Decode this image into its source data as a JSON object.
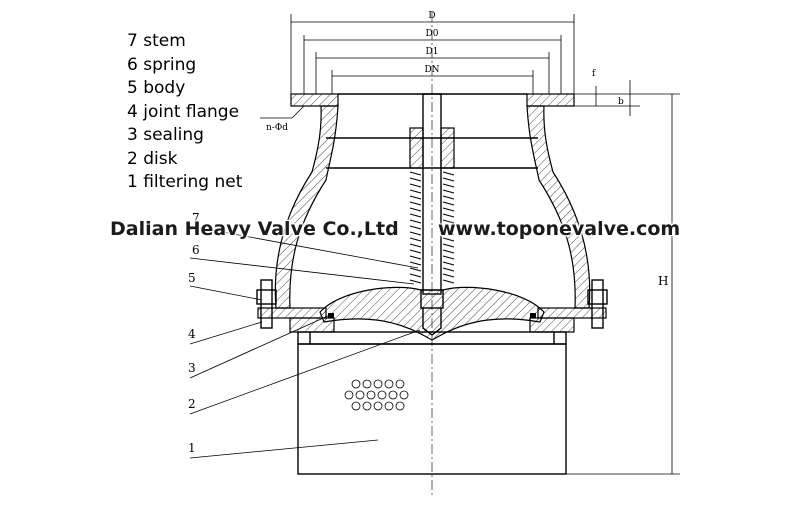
{
  "legend": {
    "items": [
      "7 stem",
      "6 spring",
      "5 body",
      "4 joint flange",
      "3 sealing",
      "2 disk",
      "1 filtering net"
    ]
  },
  "watermark": {
    "company": "Dalian Heavy Valve Co.,Ltd",
    "website": "www.toponevalve.com"
  },
  "dimensions": {
    "d": "D",
    "d0": "D0",
    "d1": "D1",
    "dn": "DN",
    "f": "f",
    "b": "b",
    "h": "H",
    "bolt": "n-Φd"
  },
  "callouts": [
    "7",
    "6",
    "5",
    "4",
    "3",
    "2",
    "1"
  ],
  "colors": {
    "line": "#000000",
    "background": "#ffffff"
  }
}
